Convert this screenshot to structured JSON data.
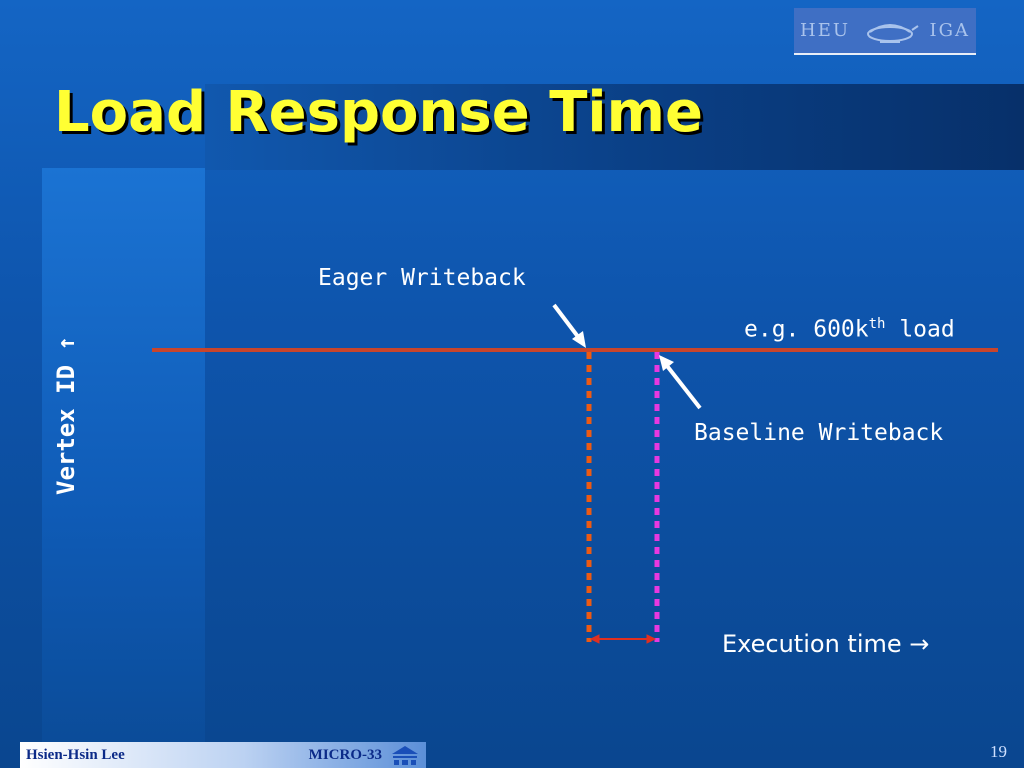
{
  "slide": {
    "title": "Load Response Time",
    "page_number": "19"
  },
  "logo": {
    "left_text": "HEU",
    "right_text": "IGA"
  },
  "diagram": {
    "y_axis_label": "Vertex ID ↑",
    "x_axis_label": "Execution time →",
    "load_line_label": "e.g. 600k",
    "load_line_superscript": "th",
    "load_line_suffix": " load",
    "eager_label": "Eager Writeback",
    "baseline_label": "Baseline Writeback",
    "colors": {
      "load_line": "#c8452c",
      "eager_line": "#ee5a12",
      "baseline_line": "#e838e0",
      "span_arrow": "#e03020"
    }
  },
  "footer": {
    "author": "Hsien-Hsin Lee",
    "conference": "MICRO-33"
  }
}
